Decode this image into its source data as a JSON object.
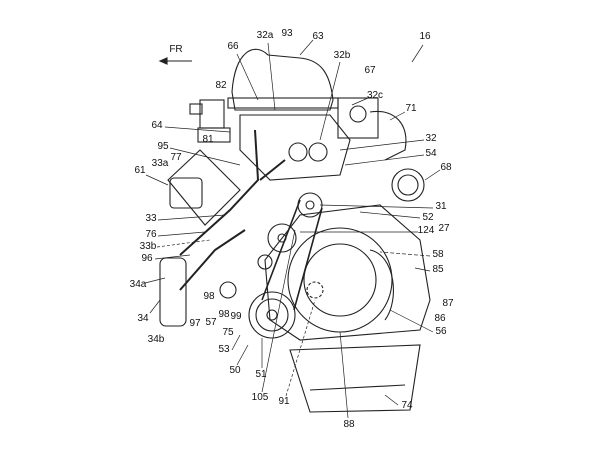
{
  "figure": {
    "direction_label": "FR",
    "ref_labels": {
      "l16": "16",
      "l66": "66",
      "l32a": "32a",
      "l93": "93",
      "l63": "63",
      "l32b": "32b",
      "l67": "67",
      "l82": "82",
      "l32c": "32c",
      "l71": "71",
      "l64": "64",
      "l81": "81",
      "l95": "95",
      "l32": "32",
      "l33a": "33a",
      "l77": "77",
      "l54": "54",
      "l68": "68",
      "l61": "61",
      "l31": "31",
      "l33": "33",
      "l52": "52",
      "l124": "124",
      "l27": "27",
      "l76": "76",
      "l33b": "33b",
      "l58": "58",
      "l96": "96",
      "l85": "85",
      "l34a": "34a",
      "l98a": "98",
      "l87": "87",
      "l57": "57",
      "l98b": "98",
      "l99": "99",
      "l97": "97",
      "l34": "34",
      "l86": "86",
      "l34b": "34b",
      "l75": "75",
      "l56": "56",
      "l53": "53",
      "l50": "50",
      "l51": "51",
      "l105": "105",
      "l91": "91",
      "l74": "74",
      "l88": "88"
    }
  }
}
